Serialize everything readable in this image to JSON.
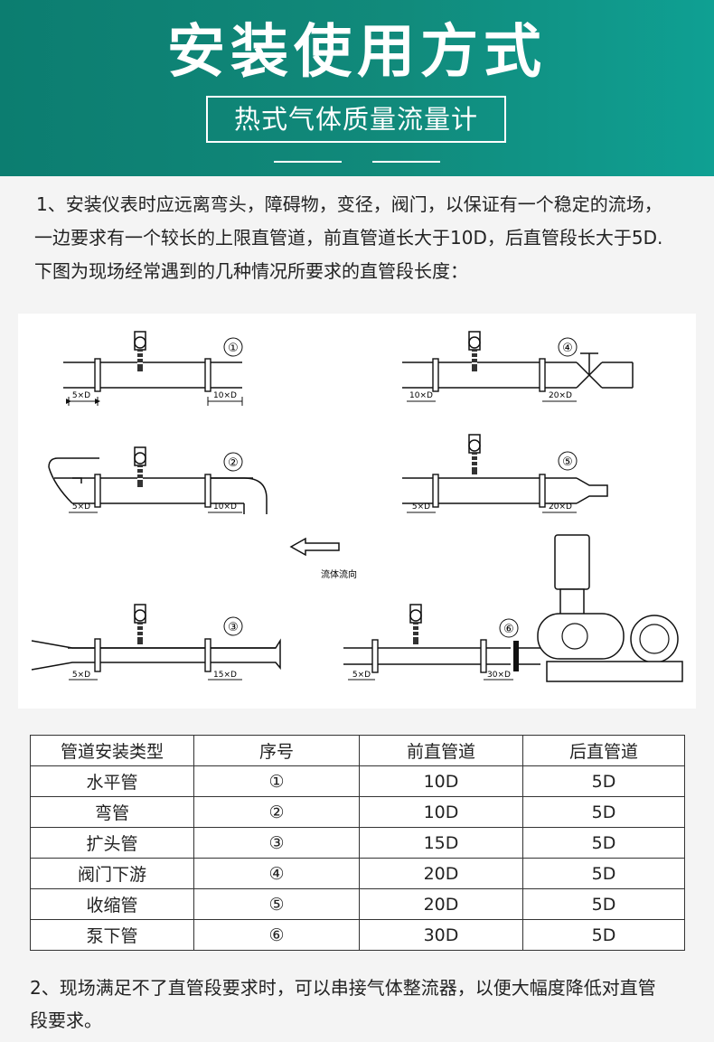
{
  "banner": {
    "title": "安装使用方式",
    "subtitle": "热式气体质量流量计"
  },
  "intro": {
    "line1": "1、安装仪表时应远离弯头，障碍物，变径，阀门，以保证有一个稳定的流场，",
    "line2": "一边要求有一个较长的上限直管道，前直管道长大于10D，后直管段长大于5D.",
    "line3": "下图为现场经常遇到的几种情况所要求的直管段长度："
  },
  "diagram": {
    "flow_label": "流体流向",
    "cases": [
      {
        "number": "①",
        "upstream": "5×D",
        "downstream": "10×D"
      },
      {
        "number": "②",
        "upstream": "5×D",
        "downstream": "10×D"
      },
      {
        "number": "③",
        "upstream": "5×D",
        "downstream": "15×D"
      },
      {
        "number": "④",
        "upstream": "10×D",
        "downstream": "20×D"
      },
      {
        "number": "⑤",
        "upstream": "5×D",
        "downstream": "20×D"
      },
      {
        "number": "⑥",
        "upstream": "5×D",
        "downstream": "30×D"
      }
    ]
  },
  "table": {
    "headers": [
      "管道安装类型",
      "序号",
      "前直管道",
      "后直管道"
    ],
    "rows": [
      [
        "水平管",
        "①",
        "10D",
        "5D"
      ],
      [
        "弯管",
        "②",
        "10D",
        "5D"
      ],
      [
        "扩头管",
        "③",
        "15D",
        "5D"
      ],
      [
        "阀门下游",
        "④",
        "20D",
        "5D"
      ],
      [
        "收缩管",
        "⑤",
        "20D",
        "5D"
      ],
      [
        "泵下管",
        "⑥",
        "30D",
        "5D"
      ]
    ]
  },
  "note": {
    "line1": "2、现场满足不了直管段要求时，可以串接气体整流器，以便大幅度降低对直管",
    "line2": "段要求。"
  }
}
